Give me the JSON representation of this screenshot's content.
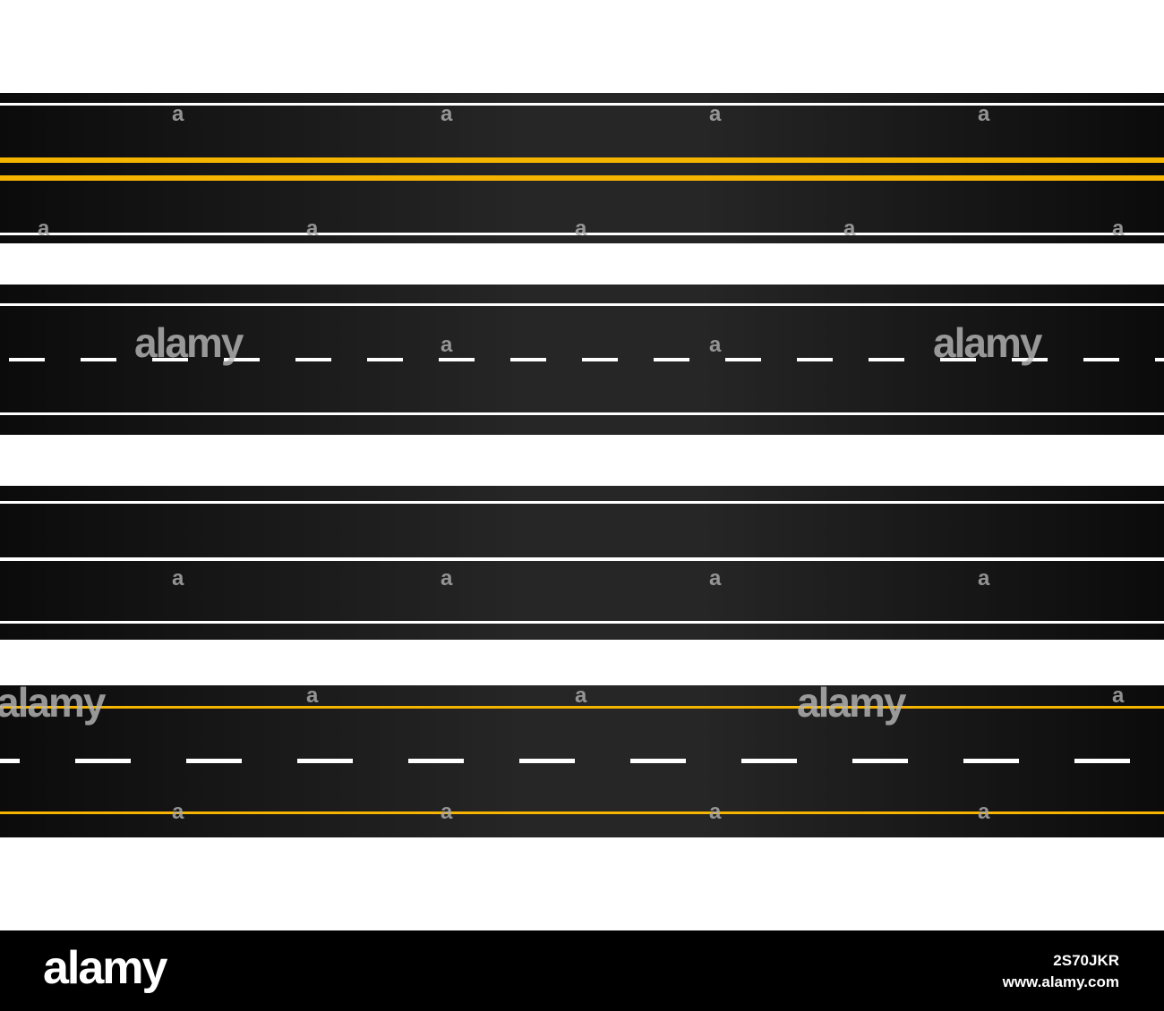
{
  "roads": [
    {
      "name": "road-double-yellow-center",
      "lines": [
        "white-edge",
        "yellow-double-center",
        "white-edge"
      ]
    },
    {
      "name": "road-white-dashed-center",
      "lines": [
        "white-edge",
        "white-dashed-center",
        "white-edge"
      ]
    },
    {
      "name": "road-white-solid-center",
      "lines": [
        "white-edge",
        "white-solid-center",
        "white-edge"
      ]
    },
    {
      "name": "road-yellow-edges-white-dashed",
      "lines": [
        "yellow-edge",
        "white-dashed-center",
        "yellow-edge"
      ]
    }
  ],
  "colors": {
    "asphalt": "#1a1a1a",
    "white_line": "#ffffff",
    "yellow_line": "#f5b400",
    "footer": "#000000"
  },
  "watermark": {
    "letter": "a",
    "word": "alamy"
  },
  "footer": {
    "logo": "alamy",
    "image_id": "2S70JKR",
    "url": "www.alamy.com"
  }
}
